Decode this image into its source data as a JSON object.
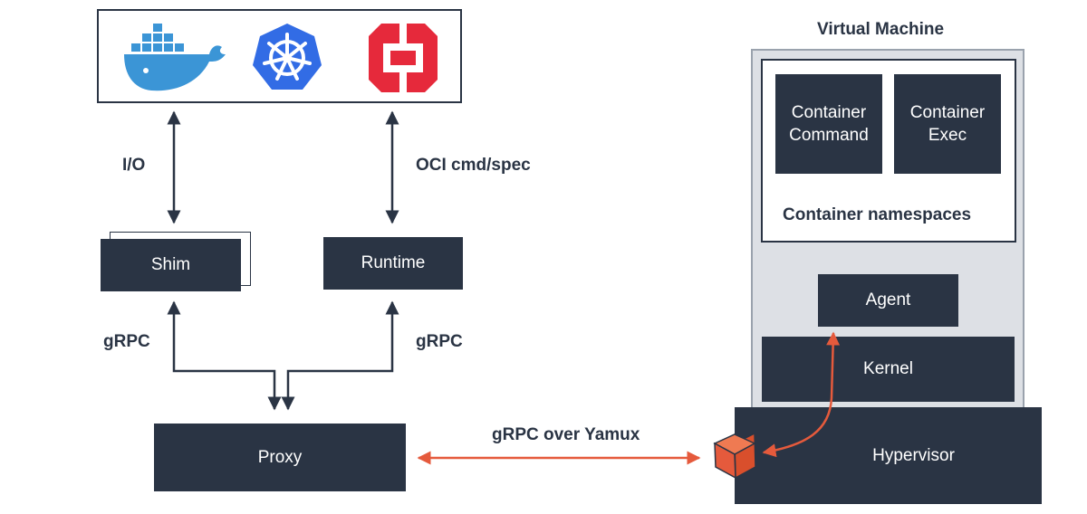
{
  "logos": {
    "docker": "docker-whale-logo",
    "kubernetes": "kubernetes-helm-logo",
    "openshift": "openshift-logo"
  },
  "labels": {
    "io": "I/O",
    "oci": "OCI cmd/spec",
    "grpc_left": "gRPC",
    "grpc_right": "gRPC",
    "grpc_yamux": "gRPC over Yamux"
  },
  "boxes": {
    "shim": "Shim",
    "runtime": "Runtime",
    "proxy": "Proxy",
    "container_command": "Container Command",
    "container_exec": "Container Exec",
    "container_namespaces": "Container namespaces",
    "agent": "Agent",
    "kernel": "Kernel",
    "hypervisor": "Hypervisor"
  },
  "vm": {
    "title": "Virtual Machine"
  },
  "colors": {
    "dark": "#2a3444",
    "arrow_dark": "#2a3444",
    "arrow_orange": "#e55a3c",
    "vm_panel": "#dde0e5",
    "docker_blue": "#3b95d6",
    "k8s_blue": "#326ce5",
    "openshift_red": "#e6293b"
  }
}
